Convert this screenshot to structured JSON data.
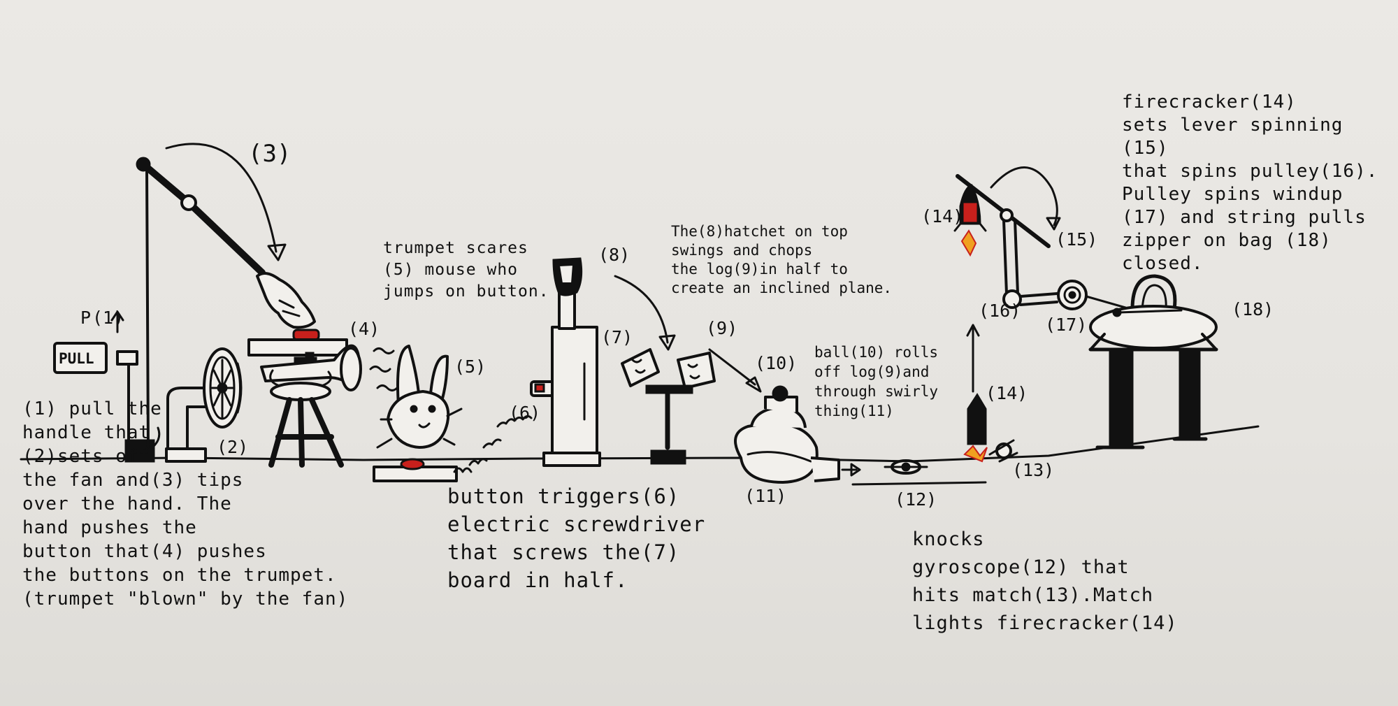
{
  "labels": {
    "n1": "(1)",
    "n2": "(2)",
    "n3": "(3)",
    "n4": "(4)",
    "n5": "(5)",
    "n6": "(6)",
    "n7": "(7)",
    "n8": "(8)",
    "n9": "(9)",
    "n10": "(10)",
    "n11": "(11)",
    "n12": "(12)",
    "n13": "(13)",
    "n14_rocket": "(14)",
    "n14_ground": "(14)",
    "n15": "(15)",
    "n16": "(16)",
    "n17": "(17)",
    "n18": "(18)",
    "pull_sign": "PULL",
    "pull_hint": "P"
  },
  "captions": {
    "step_1_4": "(1) pull the\nhandle that\n(2)sets off\nthe fan and(3) tips\nover the hand. The\nhand pushes the\nbutton that(4) pushes\nthe buttons on the trumpet.\n(trumpet \"blown\" by the fan)",
    "step_5": "trumpet scares\n(5) mouse who\njumps on button.",
    "step_6_7": "button triggers(6)\nelectric screwdriver\nthat screws the(7)\nboard in half.",
    "step_8_9": "The(8)hatchet on top\nswings and chops\nthe log(9)in half to\ncreate an inclined plane.",
    "step_10_11": "ball(10) rolls\noff log(9)and\nthrough swirly\nthing(11)",
    "step_12_14": "knocks\ngyroscope(12) that\nhits match(13).Match\nlights firecracker(14)",
    "step_14_18": "firecracker(14)\nsets lever spinning (15)\nthat spins pulley(16).\nPulley spins windup\n(17) and string pulls\nzipper on bag (18)\nclosed."
  },
  "colors": {
    "ink": "#111111",
    "paper": "#e8e6e2",
    "accent_red": "#c8201c",
    "flame_orange": "#f0a020"
  },
  "icons": [
    "hand-icon",
    "fan-icon",
    "trumpet-icon",
    "mouse-icon",
    "screwdriver-icon",
    "hatchet-icon",
    "log-icon",
    "ball-icon",
    "swirl-icon",
    "gyroscope-icon",
    "match-icon",
    "firecracker-icon",
    "lever-icon",
    "pulley-icon",
    "windup-icon",
    "bag-icon"
  ]
}
